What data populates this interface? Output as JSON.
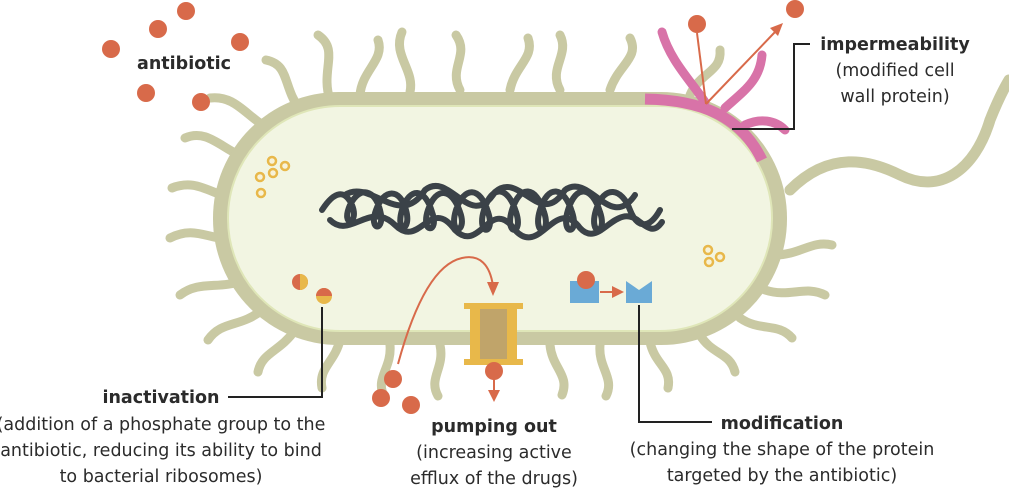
{
  "labels": {
    "antibiotic": "antibiotic",
    "impermeability": {
      "title": "impermeability",
      "line1": "(modified cell",
      "line2": "wall protein)"
    },
    "inactivation": {
      "title": "inactivation",
      "line1": "(addition of a phosphate group to the",
      "line2": "antibiotic, reducing its ability to bind",
      "line3": "to bacterial ribosomes)"
    },
    "pumping_out": {
      "title": "pumping out",
      "line1": "(increasing active",
      "line2": "efflux of the drugs)"
    },
    "modification": {
      "title": "modification",
      "line1": "(changing the shape of the protein",
      "line2": "targeted by the antibiotic)"
    }
  },
  "colors": {
    "cell_wall": "#c9c9a3",
    "cytoplasm": "#f2f5e2",
    "antibiotic": "#d86a4a",
    "dna": "#3b4248",
    "modified_wall": "#d873a8",
    "pump": "#e8b84a",
    "pump_core": "#c0a46a",
    "protein": "#6aaad6",
    "enzyme_granule": "#e8b84a",
    "leader": "#222222"
  }
}
